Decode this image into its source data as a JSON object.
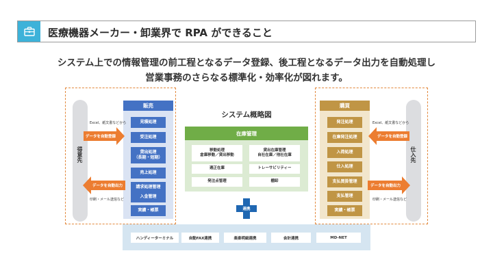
{
  "header": {
    "title": "医療機器メーカー・卸業界で RPA ができること",
    "icon": "briefcase-icon",
    "icon_color": "#3db2d9"
  },
  "subtitle": {
    "line1": "システム上での情報管理の前工程となるデータ登録、後工程となるデータ出力を自動処理し",
    "line2": "営業事務のさらなる標準化・効率化が図れます。"
  },
  "diagram": {
    "title": "システム概略図",
    "left_partner": "得意先",
    "right_partner": "仕入先",
    "sales": {
      "header": "販売",
      "header_color": "#4472c4",
      "items": [
        "見積処理",
        "受注処理",
        "貸出処理\n（長期・短期）",
        "売上処理",
        "請求処理管理",
        "入金管理",
        "実績・帳票"
      ]
    },
    "purchasing": {
      "header": "購買",
      "header_color": "#c09545",
      "items": [
        "発注処理",
        "在庫発注処理",
        "入荷処理",
        "仕入処理",
        "支払買掛管理",
        "支払管理",
        "実績・帳票"
      ]
    },
    "inventory": {
      "header": "在庫管理",
      "header_color": "#70ad47",
      "items": [
        "移動処理\n倉庫移動／貸出移動",
        "貸出在庫管理\n自社在庫／他社在庫",
        "適正在庫",
        "トレーサビリティー",
        "発注点管理",
        "棚卸"
      ]
    },
    "left_arrows": {
      "in_label": "データを自動登録",
      "in_note": "Excel、紙文書などから",
      "out_label": "データを自動出力",
      "out_note": "印刷・メール送信など"
    },
    "right_arrows": {
      "in_label": "データを自動登録",
      "in_note": "Excel、紙文書などから",
      "out_label": "データを自動出力",
      "out_note": "印刷・メール送信など"
    },
    "link": {
      "label": "連携",
      "color": "#1f67b2"
    },
    "integrations": [
      "ハンディーターミナル",
      "自動FAX連携",
      "楽楽明細連携",
      "会計連携",
      "MD-NET"
    ]
  },
  "colors": {
    "orange_arrow": "#ec7d31",
    "dashed_border": "#e2873a",
    "sales_body": "#dae3f3",
    "purchasing_body": "#f2e6cc",
    "bottom_bar": "#d5e5f1"
  }
}
